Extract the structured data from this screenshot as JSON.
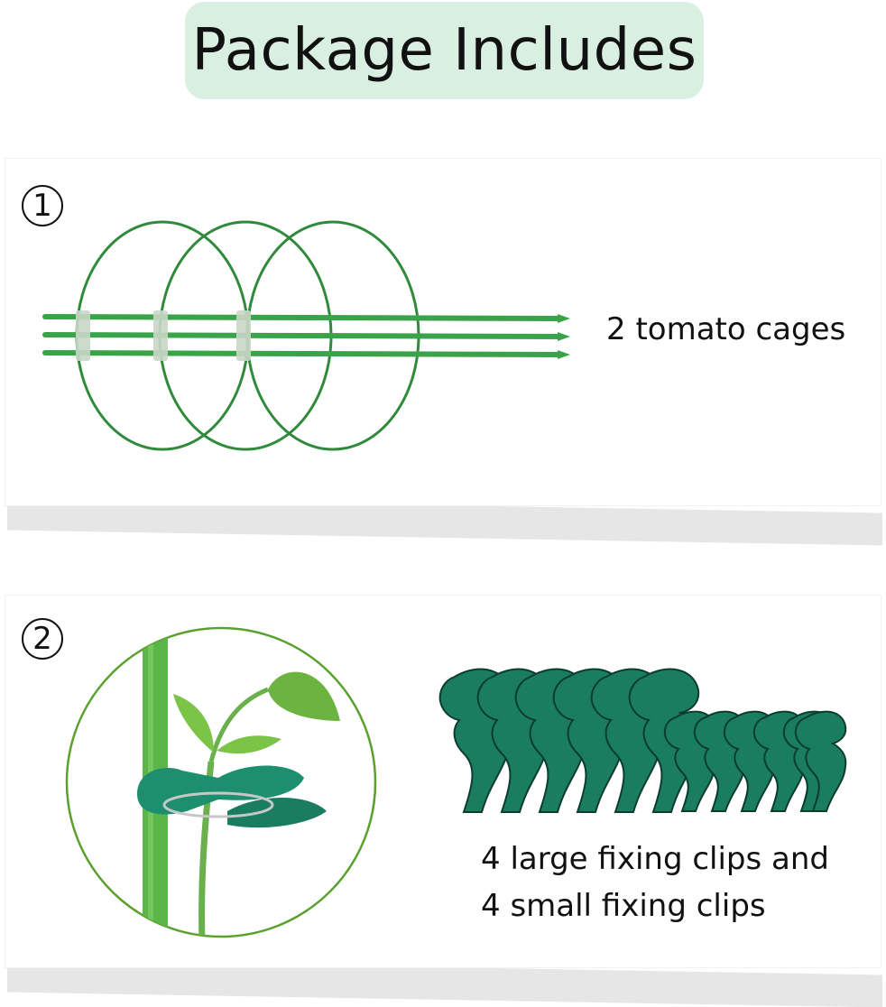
{
  "header": {
    "title": "Package Includes"
  },
  "sections": [
    {
      "number": "1",
      "label": "2 tomato cages"
    },
    {
      "number": "2",
      "label_line1": "4  large fixing clips and",
      "label_line2": "4  small fixing clips"
    }
  ],
  "colors": {
    "title_bg": "#d8efe1",
    "cage_green": "#2f8a3c",
    "stake_green": "#3aa34a",
    "clip_green": "#1e8f6e",
    "leaf_green": "#6ab04c"
  },
  "icons": [
    "tomato-cage-image",
    "plant-clip-closeup-image",
    "fixing-clips-image"
  ]
}
